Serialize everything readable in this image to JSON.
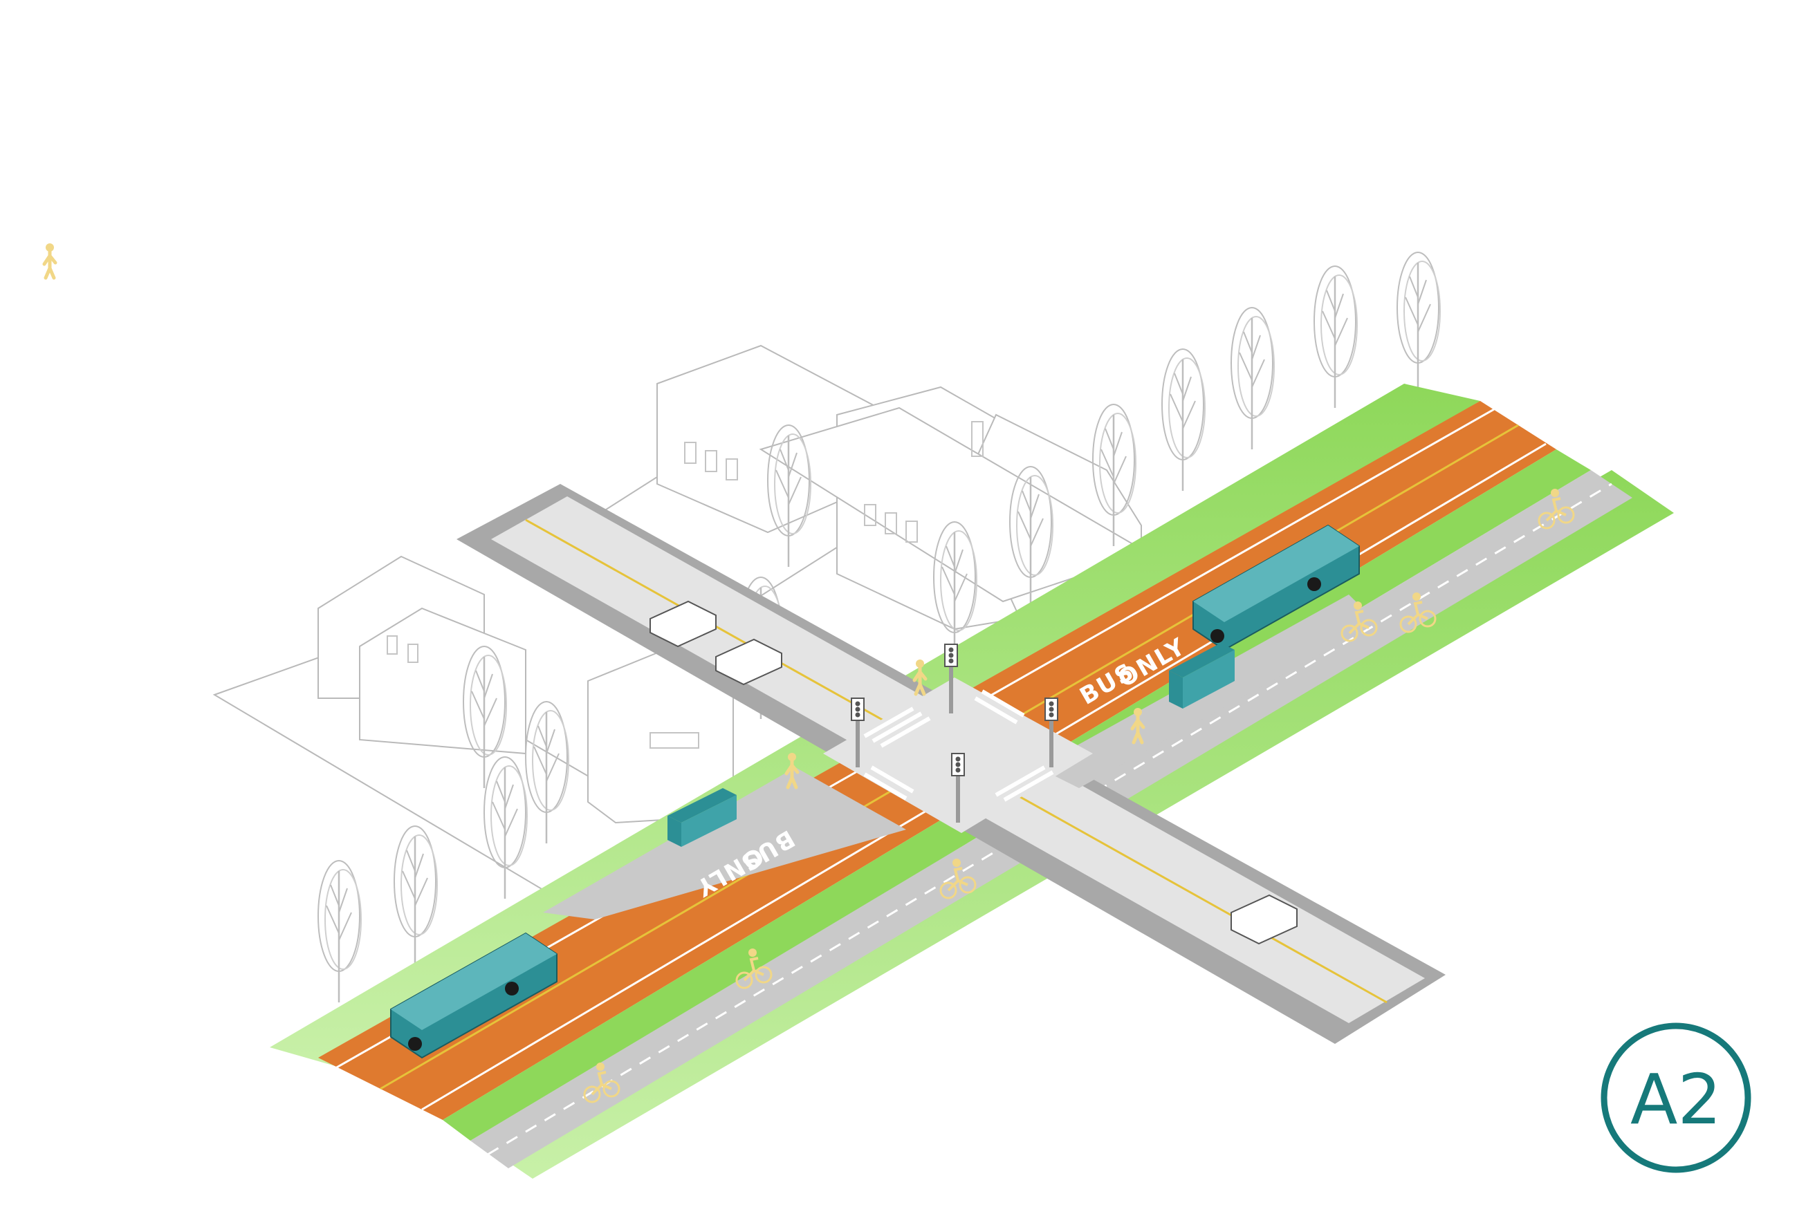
{
  "diagram": {
    "badge_label": "A2",
    "lane_marking_line1": "BUS",
    "lane_marking_line2": "ONLY",
    "colors": {
      "bus_lane": "#df7a2f",
      "grass": "#8ed85a",
      "road": "#e4e4e4",
      "road_edge": "#a8a8a8",
      "sidewalk": "#c9c9c9",
      "bike_path": "#c4c4c4",
      "centerline": "#e6c33a",
      "bus": "#2c8f95",
      "shelter": "#2c8f95",
      "building_stroke": "#b9b9b9",
      "people": "#f1d787",
      "badge": "#16797a"
    },
    "icons": [
      "bus-icon",
      "bus-shelter-icon",
      "traffic-signal-icon",
      "car-icon",
      "tree-icon",
      "house-icon",
      "cyclist-icon",
      "pedestrian-icon"
    ]
  }
}
